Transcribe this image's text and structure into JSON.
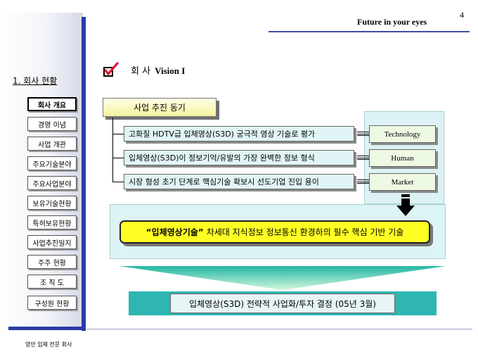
{
  "header": {
    "page_number": "4",
    "title": "Future in your eyes"
  },
  "sidebar": {
    "section_title": "1. 회사 현황",
    "items": [
      {
        "label": "회사 개요",
        "active": true
      },
      {
        "label": "경영 이념",
        "active": false
      },
      {
        "label": "사업 개관",
        "active": false
      },
      {
        "label": "주요기술분야",
        "active": false
      },
      {
        "label": "주요사업분야",
        "active": false
      },
      {
        "label": "보유기술현황",
        "active": false
      },
      {
        "label": "특허보유현황",
        "active": false
      },
      {
        "label": "사업추진일지",
        "active": false
      },
      {
        "label": "주주 현황",
        "active": false
      },
      {
        "label": "조 직 도",
        "active": false
      },
      {
        "label": "구성원 현황",
        "active": false
      }
    ]
  },
  "heading": {
    "ko": "회 사",
    "en": "Vision I"
  },
  "motive": {
    "label": "사업 추진 동기"
  },
  "reasons": [
    {
      "text": "고화질 HDTV급 입체영상(S3D) 궁극적 영상 기술로 평가",
      "factor": "Technology"
    },
    {
      "text": "입체영상(S3D)이 정보기억/유발의 가장 완벽한 정보 형식",
      "factor": "Human"
    },
    {
      "text": "시장 형성 초기 단계로 핵심기술 확보시 선도기업 진입 용이",
      "factor": "Market"
    }
  ],
  "result": {
    "highlight_bold": "“입체영상기술”",
    "highlight_text": "차세대 지식정보 정보통신 환경하의 필수 핵심 기반 기술"
  },
  "decision": {
    "text": "입체영상(S3D) 전략적 사업화/투자 결정 (05년 3월)"
  },
  "footer": {
    "text": "양안 입체 전문 회사"
  },
  "colors": {
    "accent_blue": "#2a3ca6",
    "motive_fill": "#f4f2a0",
    "reason_fill": "#e1f5f6",
    "factor_fill": "#eef9e4",
    "highlight_fill": "#ffff24",
    "decision_fill": "#2fb6b2",
    "chevron_gradient": [
      "#23b7a5",
      "#d2f6dc"
    ]
  },
  "icons": {
    "heading_bullet": "checkbox-check-icon",
    "flow_arrow": "down-arrow-icon"
  }
}
